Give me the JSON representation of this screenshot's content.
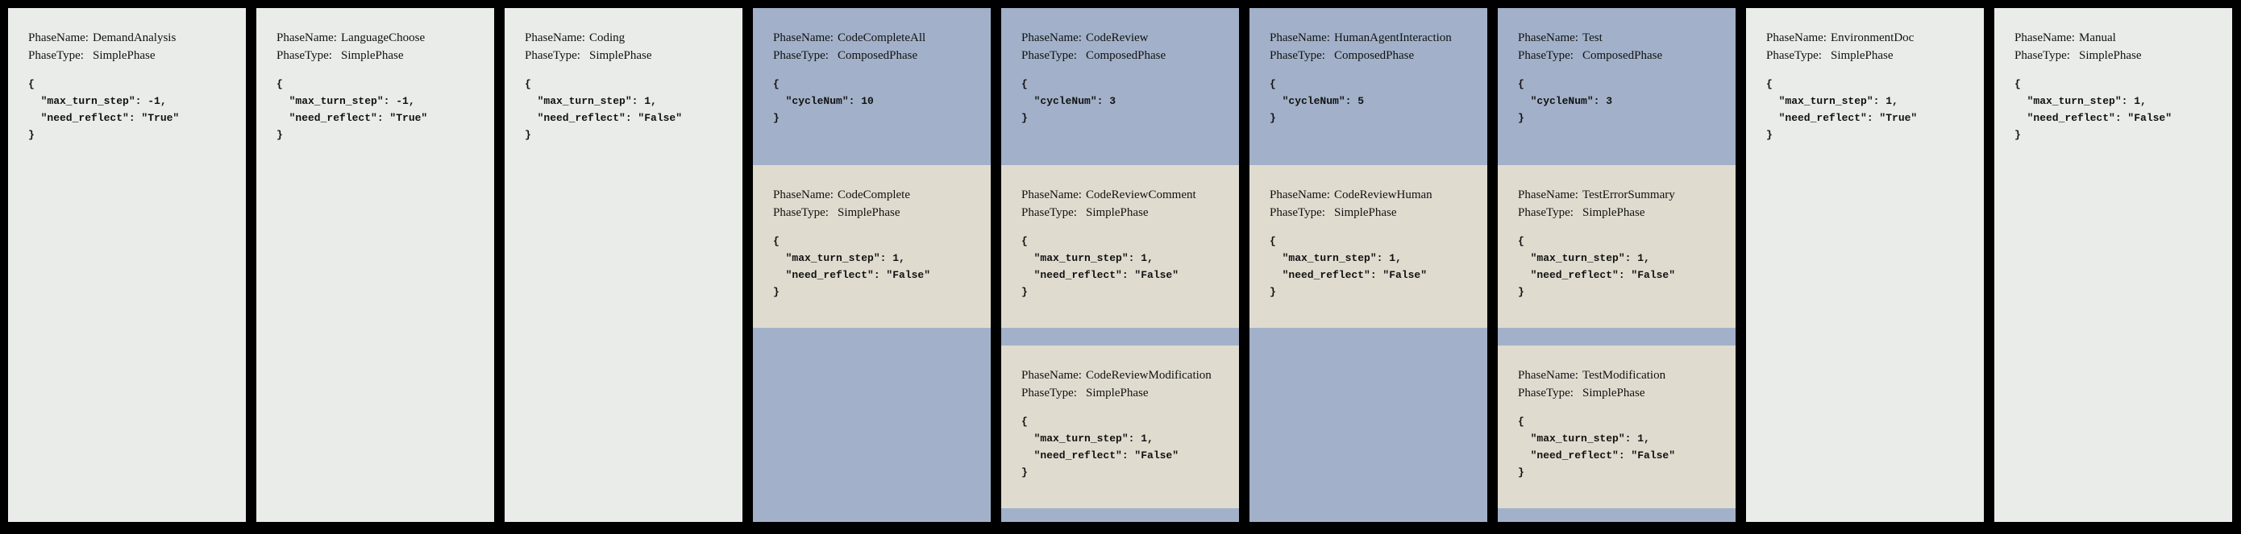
{
  "labels": {
    "phase_name": "PhaseName:",
    "phase_type": "PhaseType:"
  },
  "colors": {
    "background": "#000000",
    "simple_phase_bg": "#e9ece9",
    "composed_phase_bg": "#a2b1c9",
    "nested_phase_bg": "#e0dbcf",
    "text": "#111111"
  },
  "phases": [
    {
      "name": "DemandAnalysis",
      "type": "SimplePhase",
      "config": "{\n  \"max_turn_step\": -1,\n  \"need_reflect\": \"True\"\n}"
    },
    {
      "name": "LanguageChoose",
      "type": "SimplePhase",
      "config": "{\n  \"max_turn_step\": -1,\n  \"need_reflect\": \"True\"\n}"
    },
    {
      "name": "Coding",
      "type": "SimplePhase",
      "config": "{\n  \"max_turn_step\": 1,\n  \"need_reflect\": \"False\"\n}"
    },
    {
      "name": "CodeCompleteAll",
      "type": "ComposedPhase",
      "config": "{\n  \"cycleNum\": 10\n}",
      "children": [
        {
          "name": "CodeComplete",
          "type": "SimplePhase",
          "config": "{\n  \"max_turn_step\": 1,\n  \"need_reflect\": \"False\"\n}"
        }
      ]
    },
    {
      "name": "CodeReview",
      "type": "ComposedPhase",
      "config": "{\n  \"cycleNum\": 3\n}",
      "children": [
        {
          "name": "CodeReviewComment",
          "type": "SimplePhase",
          "config": "{\n  \"max_turn_step\": 1,\n  \"need_reflect\": \"False\"\n}"
        },
        {
          "name": "CodeReviewModification",
          "type": "SimplePhase",
          "config": "{\n  \"max_turn_step\": 1,\n  \"need_reflect\": \"False\"\n}"
        }
      ]
    },
    {
      "name": "HumanAgentInteraction",
      "type": "ComposedPhase",
      "config": "{\n  \"cycleNum\": 5\n}",
      "children": [
        {
          "name": "CodeReviewHuman",
          "type": "SimplePhase",
          "config": "{\n  \"max_turn_step\": 1,\n  \"need_reflect\": \"False\"\n}"
        }
      ]
    },
    {
      "name": "Test",
      "type": "ComposedPhase",
      "config": "{\n  \"cycleNum\": 3\n}",
      "children": [
        {
          "name": "TestErrorSummary",
          "type": "SimplePhase",
          "config": "{\n  \"max_turn_step\": 1,\n  \"need_reflect\": \"False\"\n}"
        },
        {
          "name": "TestModification",
          "type": "SimplePhase",
          "config": "{\n  \"max_turn_step\": 1,\n  \"need_reflect\": \"False\"\n}"
        }
      ]
    },
    {
      "name": "EnvironmentDoc",
      "type": "SimplePhase",
      "config": "{\n  \"max_turn_step\": 1,\n  \"need_reflect\": \"True\"\n}"
    },
    {
      "name": "Manual",
      "type": "SimplePhase",
      "config": "{\n  \"max_turn_step\": 1,\n  \"need_reflect\": \"False\"\n}"
    }
  ]
}
